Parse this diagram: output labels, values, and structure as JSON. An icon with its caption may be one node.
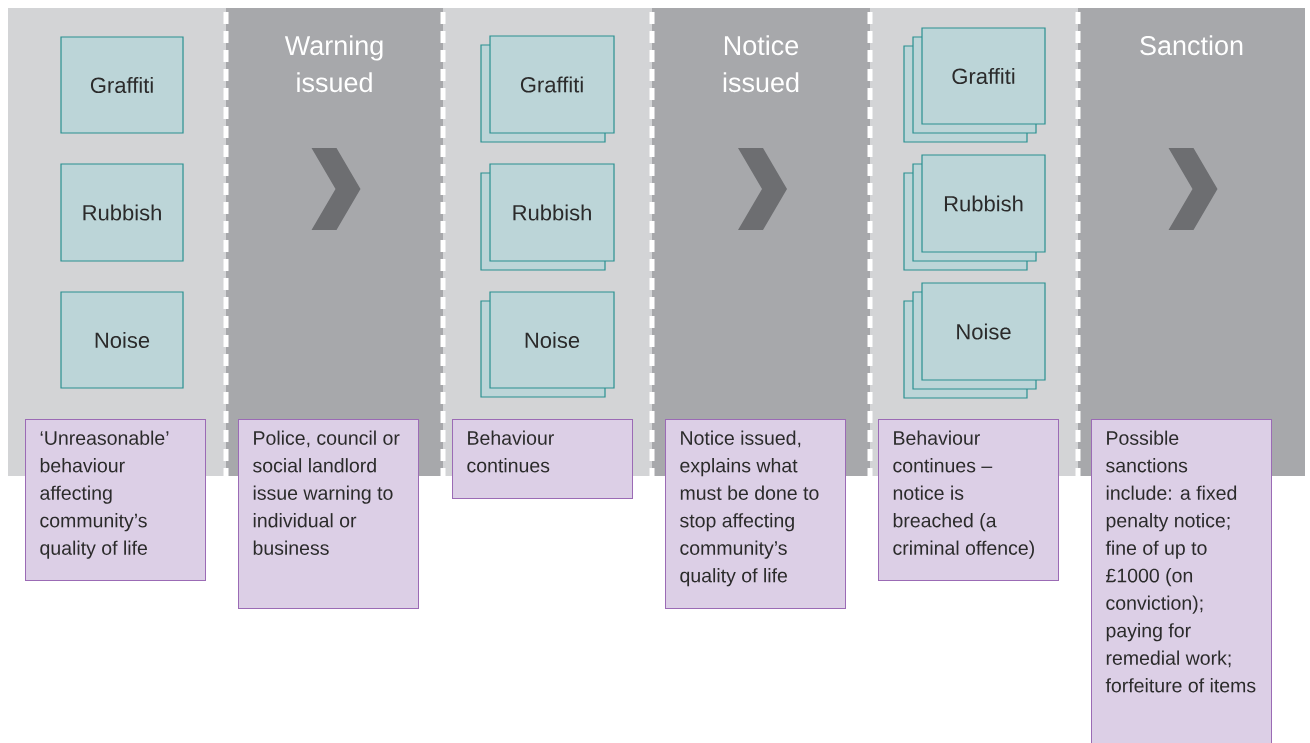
{
  "diagram": {
    "nodes": [
      {
        "text": [],
        "shape": "band"
      },
      {
        "text": [
          "Graffiti"
        ],
        "in": 0
      },
      {
        "text": [
          "Rubbish"
        ],
        "in": 0
      },
      {
        "text": [
          "Noise"
        ],
        "in": 0
      },
      {
        "text": [
          "Warning issued"
        ]
      },
      {
        "text": [],
        "shape": "band"
      },
      {
        "text": [
          "Graffiti"
        ],
        "in": 5
      },
      {
        "text": [
          "Rubbish"
        ],
        "in": 5
      },
      {
        "text": [
          "Noise"
        ],
        "in": 5
      },
      {
        "text": [
          "Notice issued"
        ]
      },
      {
        "text": [],
        "shape": "band"
      },
      {
        "text": [
          "Graffiti"
        ],
        "in": 10
      },
      {
        "text": [
          "Rubbish"
        ],
        "in": 10
      },
      {
        "text": [
          "Noise"
        ],
        "in": 10
      },
      {
        "text": [
          "Sanction"
        ]
      },
      {
        "text": [
          "‘Unreasonable’ behaviour affecting community’s quality of life"
        ]
      },
      {
        "text": [
          "Police, council or social landlord issue warning to individual or business"
        ]
      },
      {
        "text": [
          "Behaviour continues"
        ]
      },
      {
        "text": [
          "Notice issued, explains what must be done to stop affecting community’s quality of life"
        ]
      },
      {
        "text": [
          "Behaviour continues – notice is breached (a criminal offence)"
        ]
      },
      {
        "text": [
          "Possible sanctions include: a fixed penalty notice; fine of up to £1000 (on conviction); paying for remedial work; forfeiture of items"
        ]
      }
    ]
  }
}
